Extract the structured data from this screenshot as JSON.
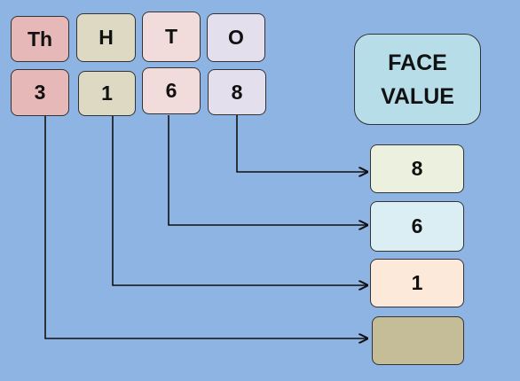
{
  "headers": {
    "thousands": "Th",
    "hundreds": "H",
    "tens": "T",
    "ones": "O"
  },
  "digits": {
    "thousands": "3",
    "hundreds": "1",
    "tens": "6",
    "ones": "8"
  },
  "title": {
    "line1": "FACE",
    "line2": "VALUE"
  },
  "face_values": {
    "ones": "8",
    "tens": "6",
    "hundreds": "1",
    "thousands": ""
  },
  "colors": {
    "background": "#8db4e2",
    "thousands": "#e6b9b8",
    "hundreds": "#ddd9c3",
    "tens": "#f2dcdb",
    "ones": "#e4dfec",
    "title": "#b7dee8",
    "result_ones": "#ebf1de",
    "result_tens": "#dbeef4",
    "result_hundreds": "#fde9d9",
    "result_thousands": "#c4bd97"
  }
}
